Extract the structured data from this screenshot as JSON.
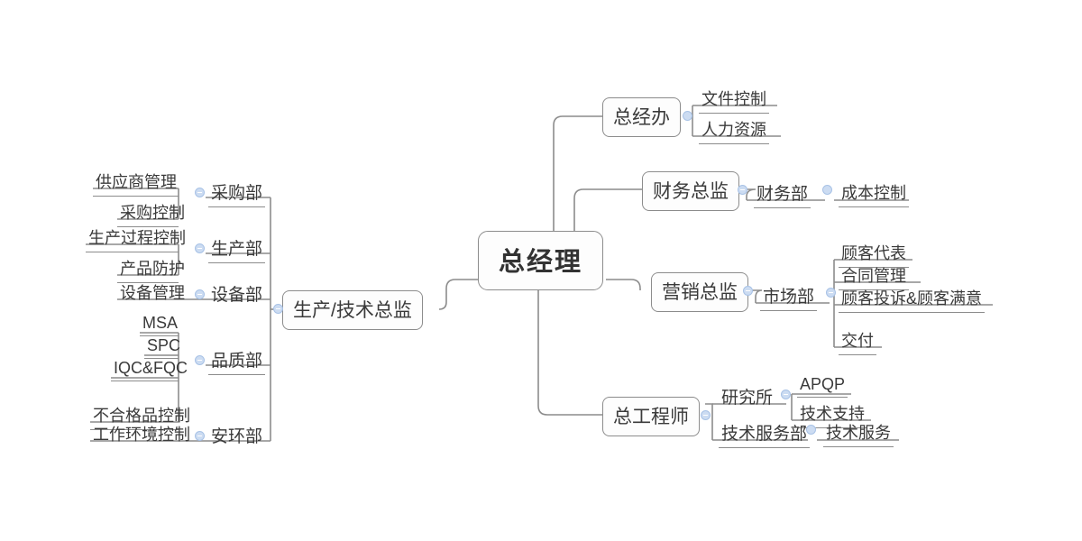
{
  "diagram": {
    "title_node": "总经理",
    "type": "mind-map",
    "accent_dot_color": "#ccdcf2",
    "line_color": "#8c8c8c",
    "text_color": "#3a3a3a",
    "background": "#ffffff"
  },
  "root": {
    "label": "总经理"
  },
  "left_branch": {
    "label": "生产/技术总监",
    "children": [
      {
        "label": "采购部",
        "leaves": [
          "供应商管理",
          "采购控制"
        ]
      },
      {
        "label": "生产部",
        "leaves": [
          "生产过程控制",
          "产品防护"
        ]
      },
      {
        "label": "设备部",
        "leaves": [
          "设备管理"
        ]
      },
      {
        "label": "品质部",
        "leaves": [
          "MSA",
          "SPC",
          "IQC&FQC",
          "不合格品控制"
        ]
      },
      {
        "label": "安环部",
        "leaves": [
          "工作环境控制"
        ]
      }
    ]
  },
  "right_branches": [
    {
      "label": "总经办",
      "children": [
        {
          "label": "文件控制",
          "leaves": []
        },
        {
          "label": "人力资源",
          "leaves": []
        }
      ]
    },
    {
      "label": "财务总监",
      "children": [
        {
          "label": "财务部",
          "leaves": [
            "成本控制"
          ]
        }
      ]
    },
    {
      "label": "营销总监",
      "children": [
        {
          "label": "市场部",
          "leaves": [
            "顾客代表",
            "合同管理",
            "顾客投诉&顾客满意",
            "交付"
          ]
        }
      ]
    },
    {
      "label": "总工程师",
      "children": [
        {
          "label": "研究所",
          "leaves": [
            "APQP",
            "技术支持"
          ]
        },
        {
          "label": "技术服务部",
          "leaves": [
            "技术服务"
          ]
        }
      ]
    }
  ]
}
